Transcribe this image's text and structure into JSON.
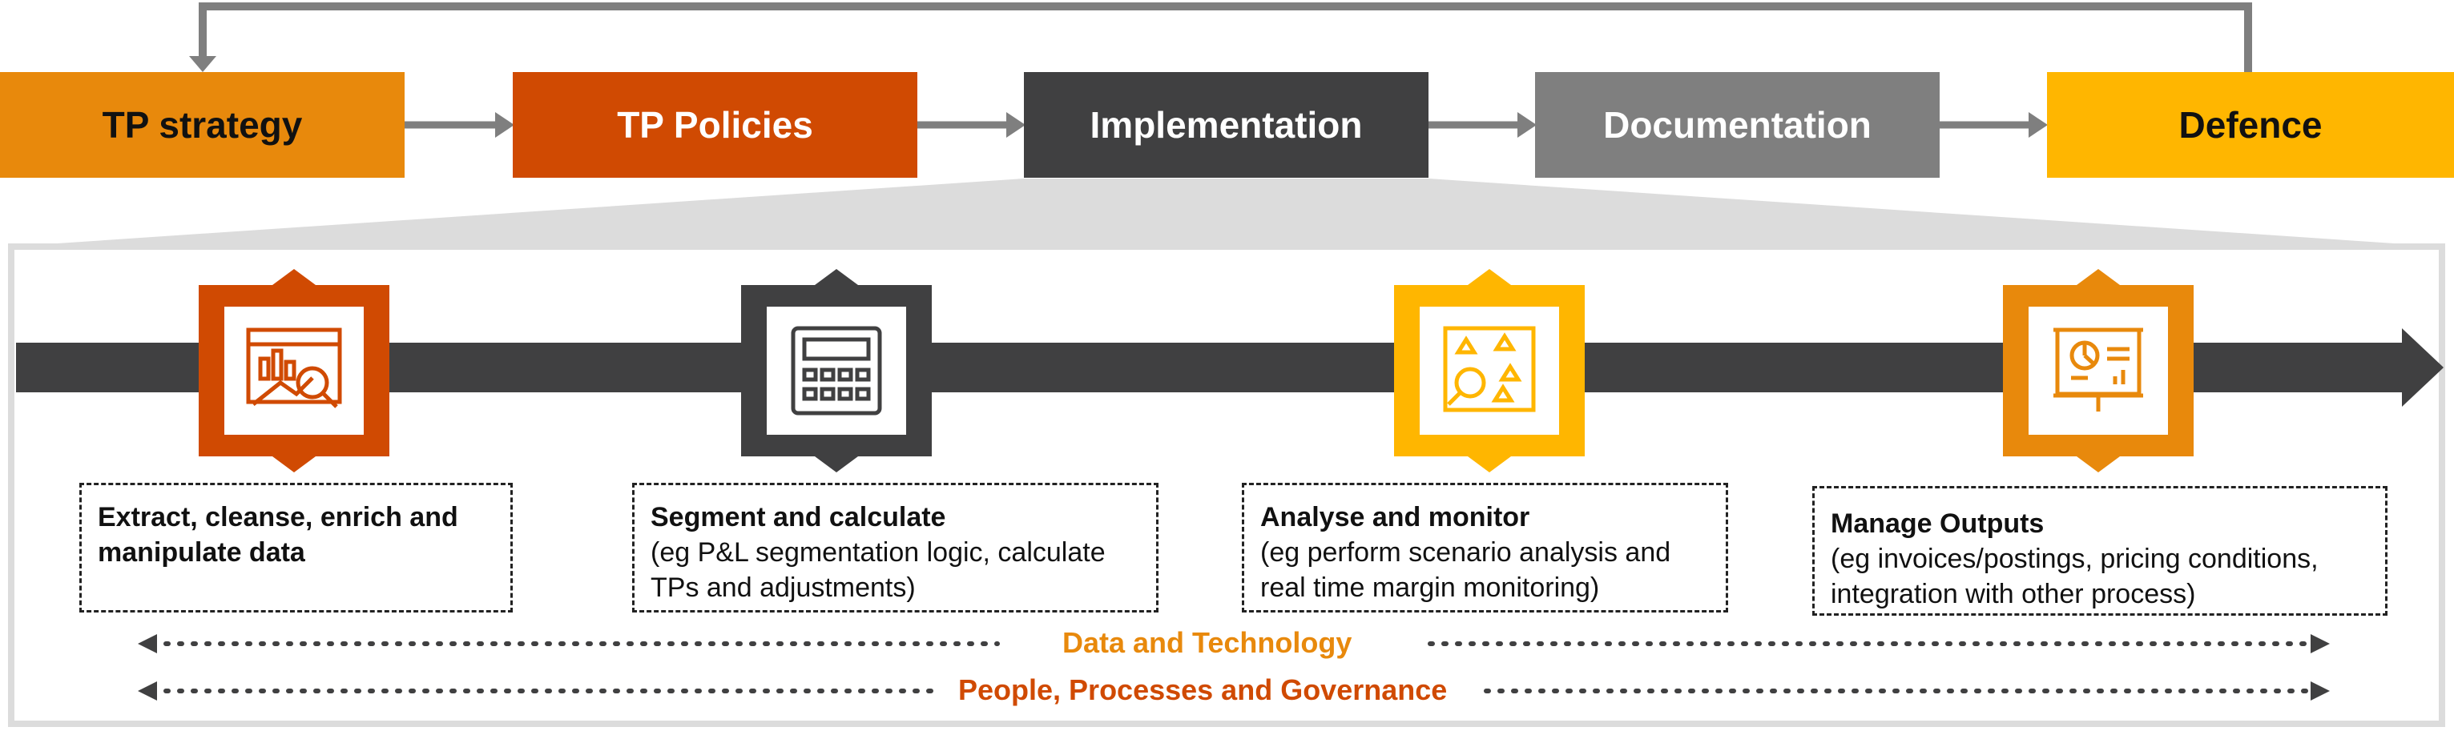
{
  "phases": [
    {
      "label": "TP strategy",
      "bg": "#E8890C",
      "fg": "#111111"
    },
    {
      "label": "TP Policies",
      "bg": "#D04A02",
      "fg": "#FFFFFF"
    },
    {
      "label": "Implementation",
      "bg": "#404041",
      "fg": "#FFFFFF"
    },
    {
      "label": "Documentation",
      "bg": "#7F7F7F",
      "fg": "#FFFFFF"
    },
    {
      "label": "Defence",
      "bg": "#FFB600",
      "fg": "#111111"
    }
  ],
  "steps": [
    {
      "title": "Extract, cleanse, enrich and manipulate data",
      "desc": "",
      "color": "#D04A02",
      "icon": "data-analytics-icon"
    },
    {
      "title": "Segment and calculate",
      "desc": "(eg P&L segmentation logic, calculate TPs and adjustments)",
      "color": "#404041",
      "icon": "calculator-icon"
    },
    {
      "title": "Analyse and monitor",
      "desc": "(eg perform scenario analysis and real time margin monitoring)",
      "color": "#FFB600",
      "icon": "monitoring-icon"
    },
    {
      "title": "Manage Outputs",
      "desc": "(eg invoices/postings, pricing conditions, integration with other process)",
      "color": "#E8890C",
      "icon": "presentation-board-icon"
    }
  ],
  "enablers": [
    {
      "label": "Data and Technology",
      "color": "#E8890C"
    },
    {
      "label": "People, Processes and Governance",
      "color": "#D04A02"
    }
  ]
}
